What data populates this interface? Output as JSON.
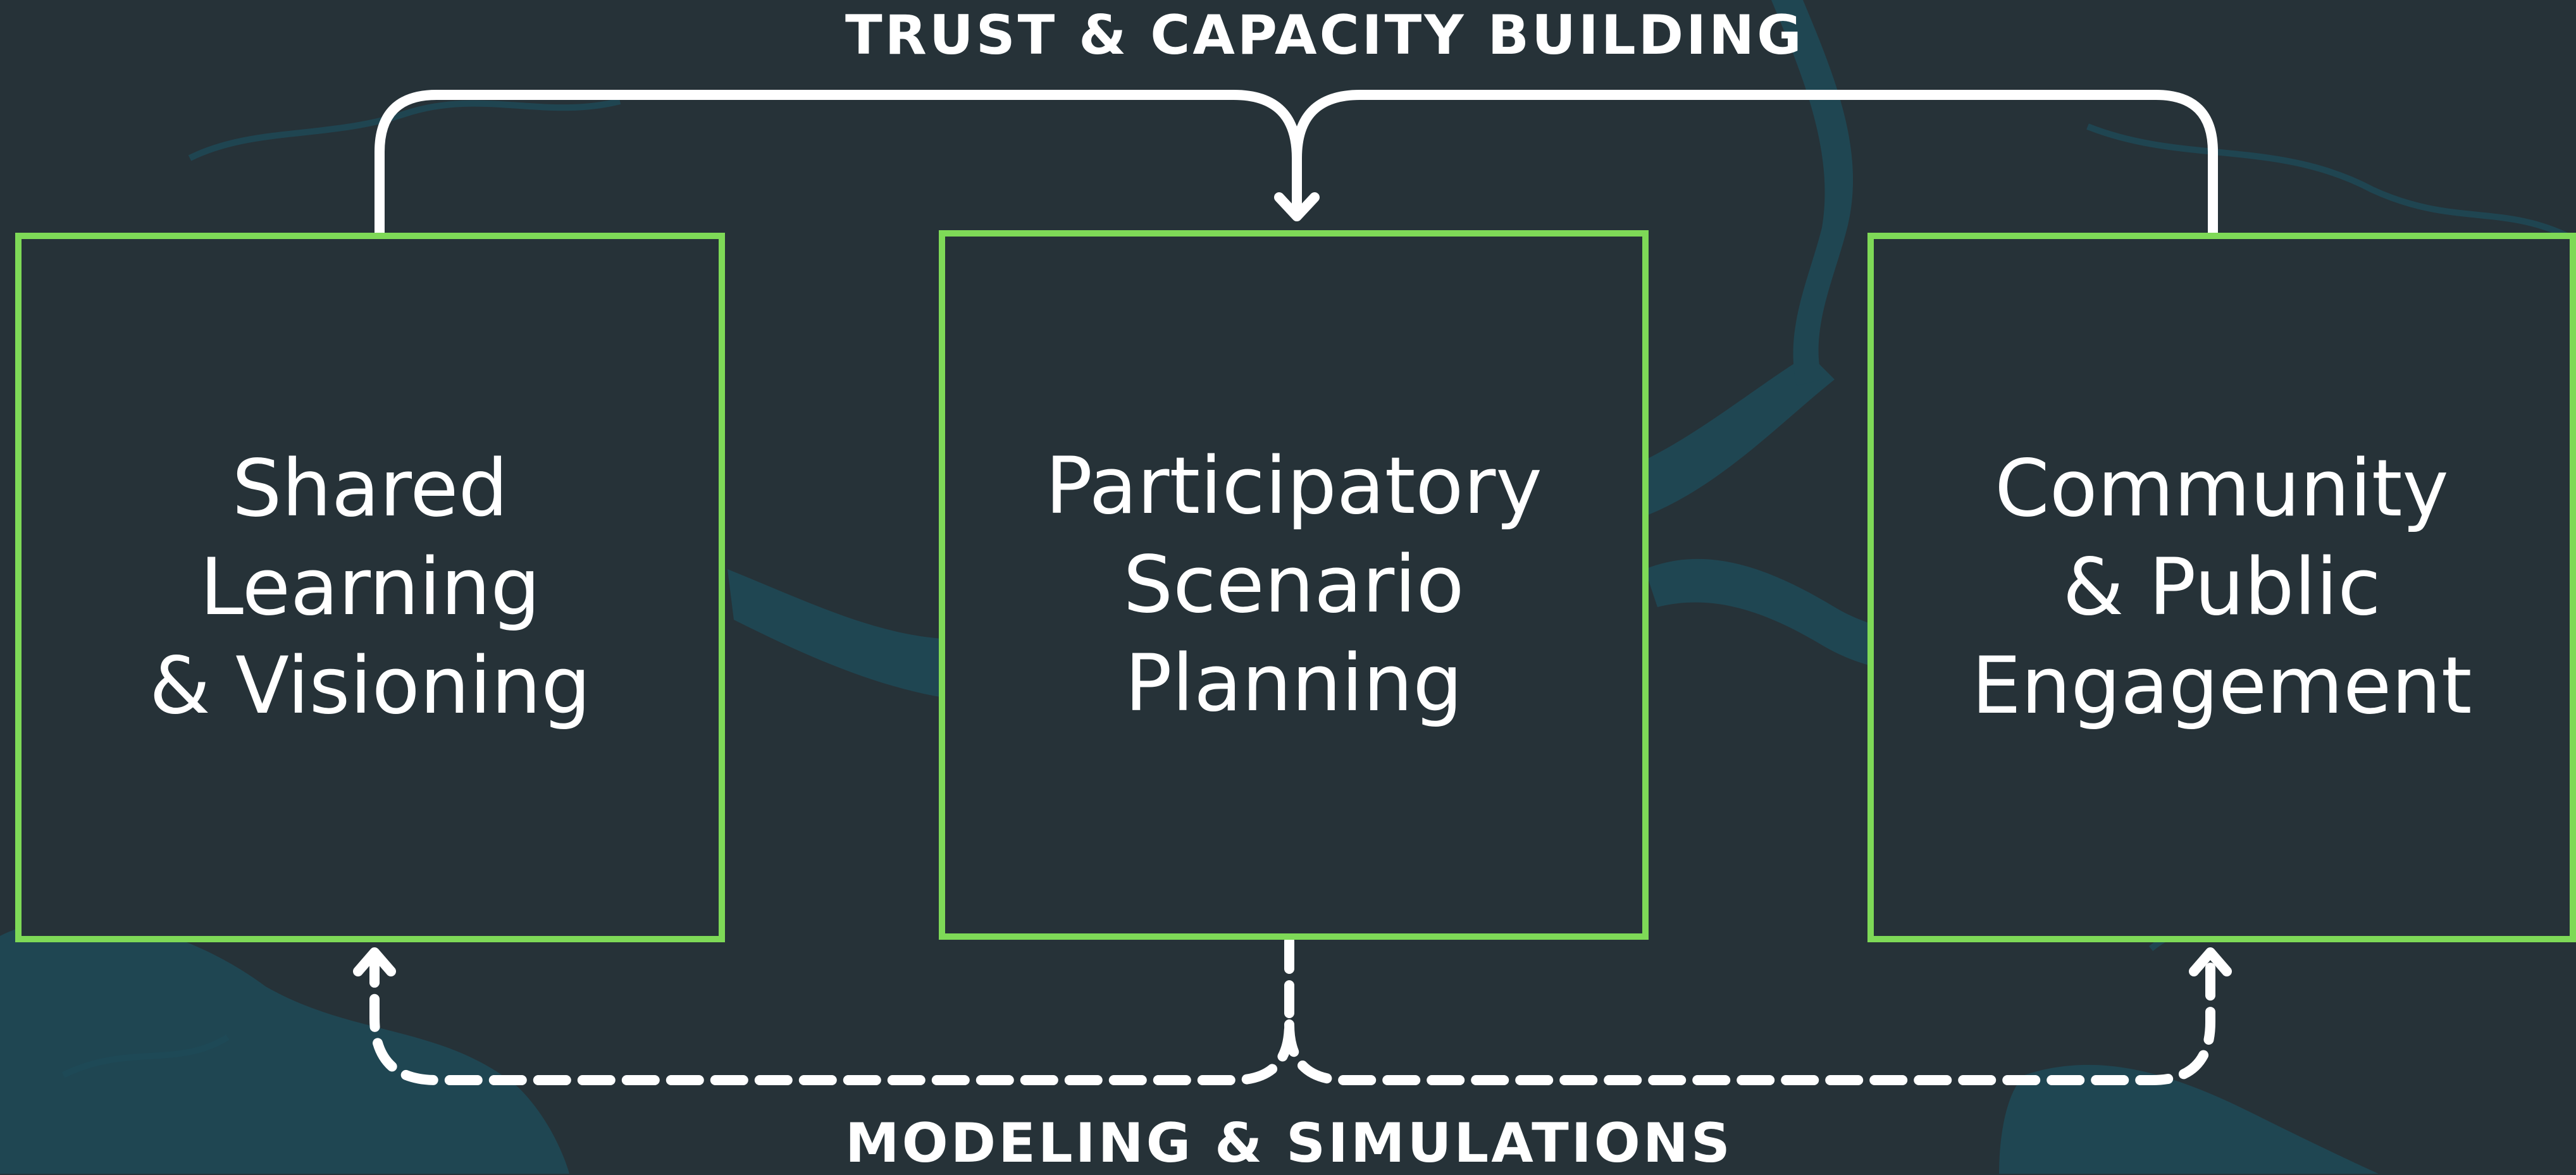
{
  "colors": {
    "background": "#263238",
    "water": "#1e4a57",
    "box_border": "#7ed957",
    "text": "#ffffff",
    "connector": "#ffffff"
  },
  "top_label": "TRUST & CAPACITY BUILDING",
  "bottom_label": "MODELING & SIMULATIONS",
  "boxes": [
    {
      "label": "Shared\nLearning\n& Visioning"
    },
    {
      "label": "Participatory\nScenario\nPlanning"
    },
    {
      "label": "Community\n& Public\nEngagement"
    }
  ]
}
